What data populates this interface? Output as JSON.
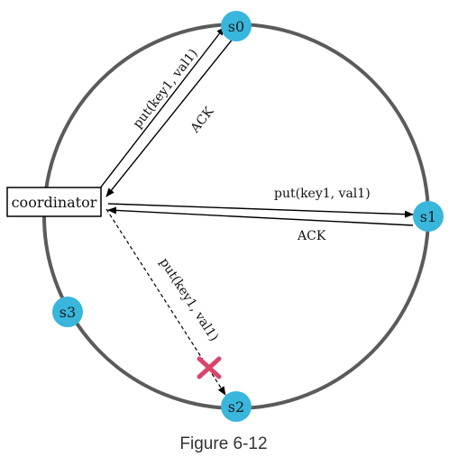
{
  "colors": {
    "ring": "#5b5b5b",
    "server_fill": "#38b6dc",
    "failure_mark": "#d9456b",
    "arrow": "#000000"
  },
  "coordinator": {
    "label": "coordinator"
  },
  "servers": {
    "s0": {
      "label": "s0"
    },
    "s1": {
      "label": "s1"
    },
    "s2": {
      "label": "s2"
    },
    "s3": {
      "label": "s3"
    }
  },
  "messages": {
    "to_s0_put": "put(key1, val1)",
    "from_s0_ack": "ACK",
    "to_s1_put": "put(key1, val1)",
    "from_s1_ack": "ACK",
    "to_s2_put": "put(key1, val1)"
  },
  "failure": {
    "icon": "x-mark-icon",
    "target": "s2"
  },
  "caption": "Figure 6-12"
}
